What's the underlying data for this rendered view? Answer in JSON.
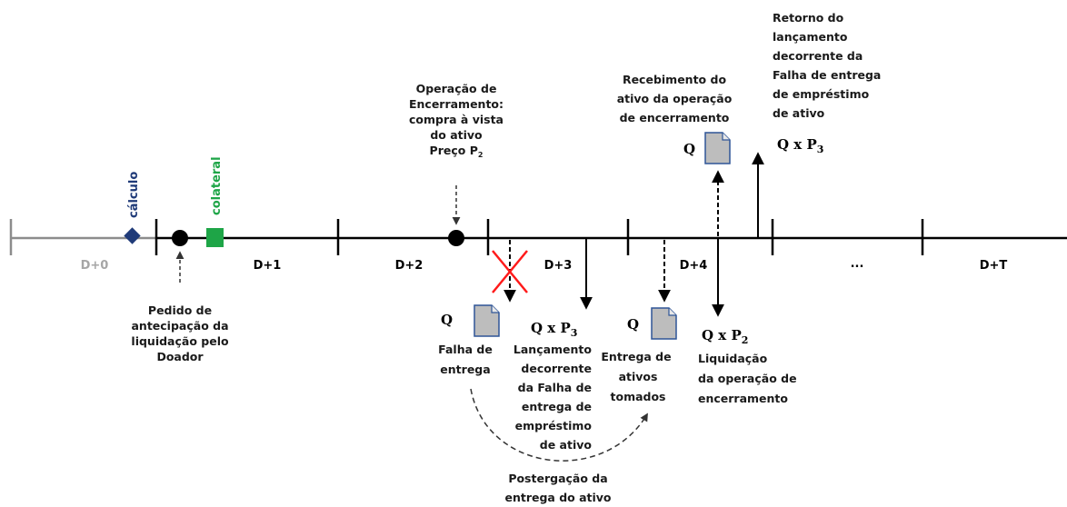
{
  "colors": {
    "timeline_gray": "#8c8c8c",
    "calc_blue": "#1f3a78",
    "collateral_green": "#1ea547",
    "cross_red": "#ff1a1a",
    "doc_gray": "#bdbdbd"
  },
  "days": {
    "d0": "D+0",
    "d1": "D+1",
    "d2": "D+2",
    "d3": "D+3",
    "d4": "D+4",
    "dots": "...",
    "dt": "D+T"
  },
  "markers": {
    "calculo": "cálculo",
    "colateral": "colateral"
  },
  "notes": {
    "pedido": [
      "Pedido de",
      "antecipação da",
      "liquidação pelo",
      "Doador"
    ],
    "operacao": [
      "Operação de",
      "Encerramento:",
      "compra à vista",
      "do ativo"
    ],
    "preco_prefix": "Preço P",
    "preco_sub": "2",
    "falha": [
      "Falha de",
      "entrega"
    ],
    "lancamento": [
      "Lançamento",
      "decorrente",
      "da Falha de",
      "entrega de",
      "empréstimo",
      "de ativo"
    ],
    "entrega_ativos": [
      "Entrega de",
      "ativos",
      "tomados"
    ],
    "liquidacao": [
      "Liquidação",
      "da operação de",
      "encerramento"
    ],
    "recebimento": [
      "Recebimento do",
      "ativo da operação",
      "de encerramento"
    ],
    "retorno": [
      "Retorno do",
      "lançamento",
      "decorrente da",
      "Falha de entrega",
      "de empréstimo",
      "de ativo"
    ],
    "postergacao": [
      "Postergação da",
      "entrega do ativo"
    ]
  },
  "quantities": {
    "q": "Q",
    "qxp_prefix": "Q x P",
    "sub3": "3",
    "sub2": "2"
  },
  "icons": [
    "document-icon",
    "cross-icon",
    "diamond-icon",
    "circle-icon",
    "square-icon"
  ]
}
